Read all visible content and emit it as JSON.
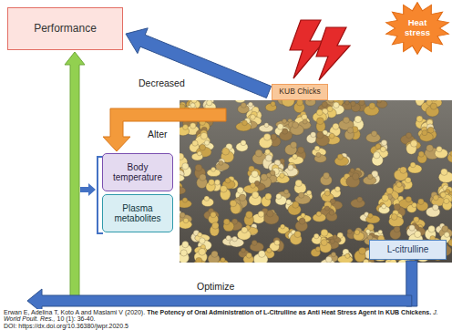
{
  "diagram": {
    "nodes": [
      {
        "text": [
          "Performance"
        ]
      },
      {
        "text": [
          "Heat stress"
        ]
      },
      {
        "text": [
          "KUB Chicks"
        ]
      },
      {
        "text": [
          "Body temperature"
        ]
      },
      {
        "text": [
          "Plasma metabolites"
        ]
      },
      {
        "text": [
          "L-citrulline"
        ]
      }
    ],
    "edges": [
      {
        "from": 2,
        "to": 0,
        "arrow": "to",
        "label": "Decreased"
      },
      {
        "from": 5,
        "to": 0,
        "arrow": "to",
        "label": "Optimize"
      }
    ],
    "labels": [
      "Alter",
      "Erwan E, Adelina T, Koto A and Maslami V (2020).",
      "The Potency of Oral Administration of L-Citrulline as Anti Heat Stress Agent in KUB Chickens.",
      "J. World Poult. Res.,",
      "10 (1): 36-40.",
      "DOI: https://dx.doi.org/10.36380/jwpr.2020.5"
    ]
  }
}
